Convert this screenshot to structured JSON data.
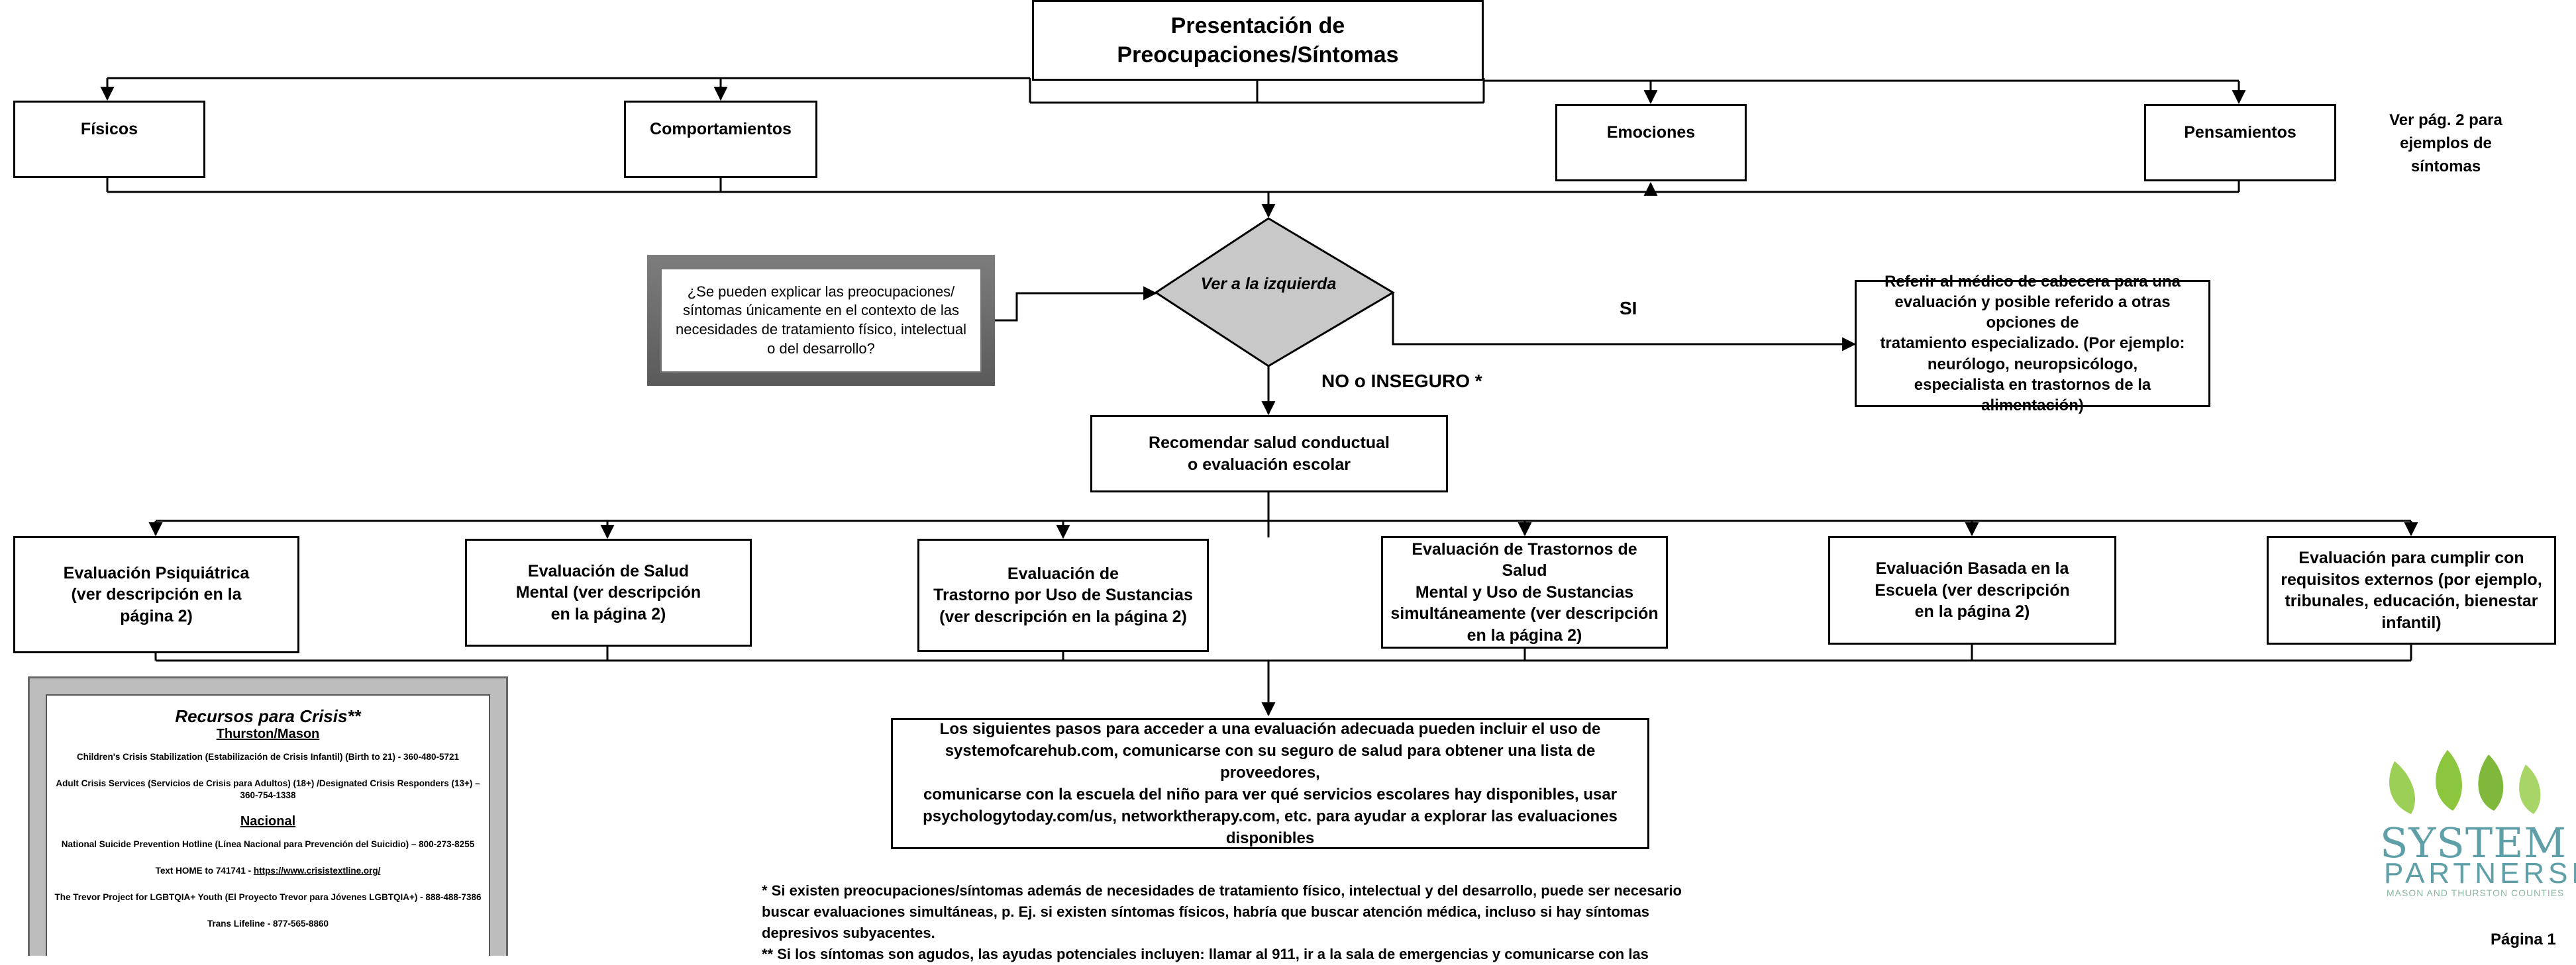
{
  "colors": {
    "line": "#000000",
    "diamond_fill": "#c8c8c8",
    "logo_green": "#8cc63f",
    "logo_teal": "#5f9fa8"
  },
  "title": "Presentación de Preocupaciones/Síntomas",
  "categories": {
    "fisicos": "Físicos",
    "comportamientos": "Comportamientos",
    "emociones": "Emociones",
    "pensamientos": "Pensamientos"
  },
  "side_note": [
    "Ver pág. 2 para",
    "ejemplos de",
    "síntomas"
  ],
  "question": "¿Se pueden explicar las preocupaciones/ síntomas únicamente en el contexto de las necesidades de tratamiento físico, intelectual o del desarrollo?",
  "diamond": "Ver a la izquierda",
  "yes_label": "SI",
  "no_label": "NO o INSEGURO *",
  "refer_box": [
    "Referir al médico de cabecera para una",
    "evaluación y posible referido a otras opciones de",
    "tratamiento especializado. (Por ejemplo:",
    "neurólogo, neuropsicólogo,",
    "especialista en trastornos de la alimentación)"
  ],
  "recommend_box": [
    "Recomendar salud conductual",
    "o evaluación escolar"
  ],
  "evaluations": {
    "psiquiatrica": [
      "Evaluación Psiquiátrica",
      "(ver descripción en la",
      "página 2)"
    ],
    "salud_mental": [
      "Evaluación de Salud",
      "Mental (ver descripción",
      "en la página 2)"
    ],
    "sustancias": [
      "Evaluación de",
      "Trastorno por Uso de Sustancias",
      "(ver descripción en la página 2)"
    ],
    "simultaneo": [
      "Evaluación de Trastornos de Salud",
      "Mental y Uso de Sustancias",
      "simultáneamente (ver descripción",
      "en la página 2)"
    ],
    "escuela": [
      "Evaluación Basada en la",
      "Escuela (ver descripción",
      "en la página 2)"
    ],
    "externos": [
      "Evaluación para cumplir con",
      "requisitos externos (por ejemplo,",
      "tribunales, educación, bienestar",
      "infantil)"
    ]
  },
  "next_steps": [
    "Los siguientes pasos para acceder a una evaluación adecuada pueden incluir el uso de",
    "systemofcarehub.com, comunicarse con su seguro de salud para obtener una lista de proveedores,",
    "comunicarse con la escuela del niño para ver qué servicios escolares hay disponibles, usar",
    "psychologytoday.com/us, networktherapy.com, etc. para ayudar a explorar las evaluaciones",
    "disponibles"
  ],
  "crisis": {
    "title": "Recursos para Crisis**",
    "local_header": "Thurston/Mason",
    "local_items": [
      "Children's Crisis Stabilization (Estabilización de Crisis Infantil) (Birth to 21) -  360-480-5721",
      "Adult Crisis Services (Servicios de Crisis para Adultos) (18+) /Designated Crisis Responders (13+) – 360-754-1338"
    ],
    "national_header": "Nacional",
    "national_items": [
      "National Suicide Prevention Hotline (Línea Nacional para Prevención del Suicidio) – 800-273-8255",
      "Text  HOME to 741741 -  ",
      "The Trevor Project for LGBTQIA+ Youth (El Proyecto Trevor para Jóvenes LGBTQIA+) -  888-488-7386",
      "Trans Lifeline - 877-565-8860"
    ],
    "link": "https://www.crisistextline.org/"
  },
  "footnote": [
    "* Si existen preocupaciones/síntomas además de necesidades de tratamiento físico, intelectual y del desarrollo, puede ser necesario",
    "buscar evaluaciones simultáneas, p. Ej. si existen síntomas físicos, habría que buscar atención médica, incluso si hay síntomas",
    "depresivos subyacentes.",
    " ** Si los síntomas son agudos, las ayudas potenciales incluyen: llamar al 911, ir a la sala de emergencias y comunicarse con las"
  ],
  "logo": {
    "line1": "SYSTEM OF CARE",
    "line2": "PARTNERSHIP",
    "line3": "MASON AND THURSTON COUNTIES"
  },
  "page_label": "Página 1"
}
